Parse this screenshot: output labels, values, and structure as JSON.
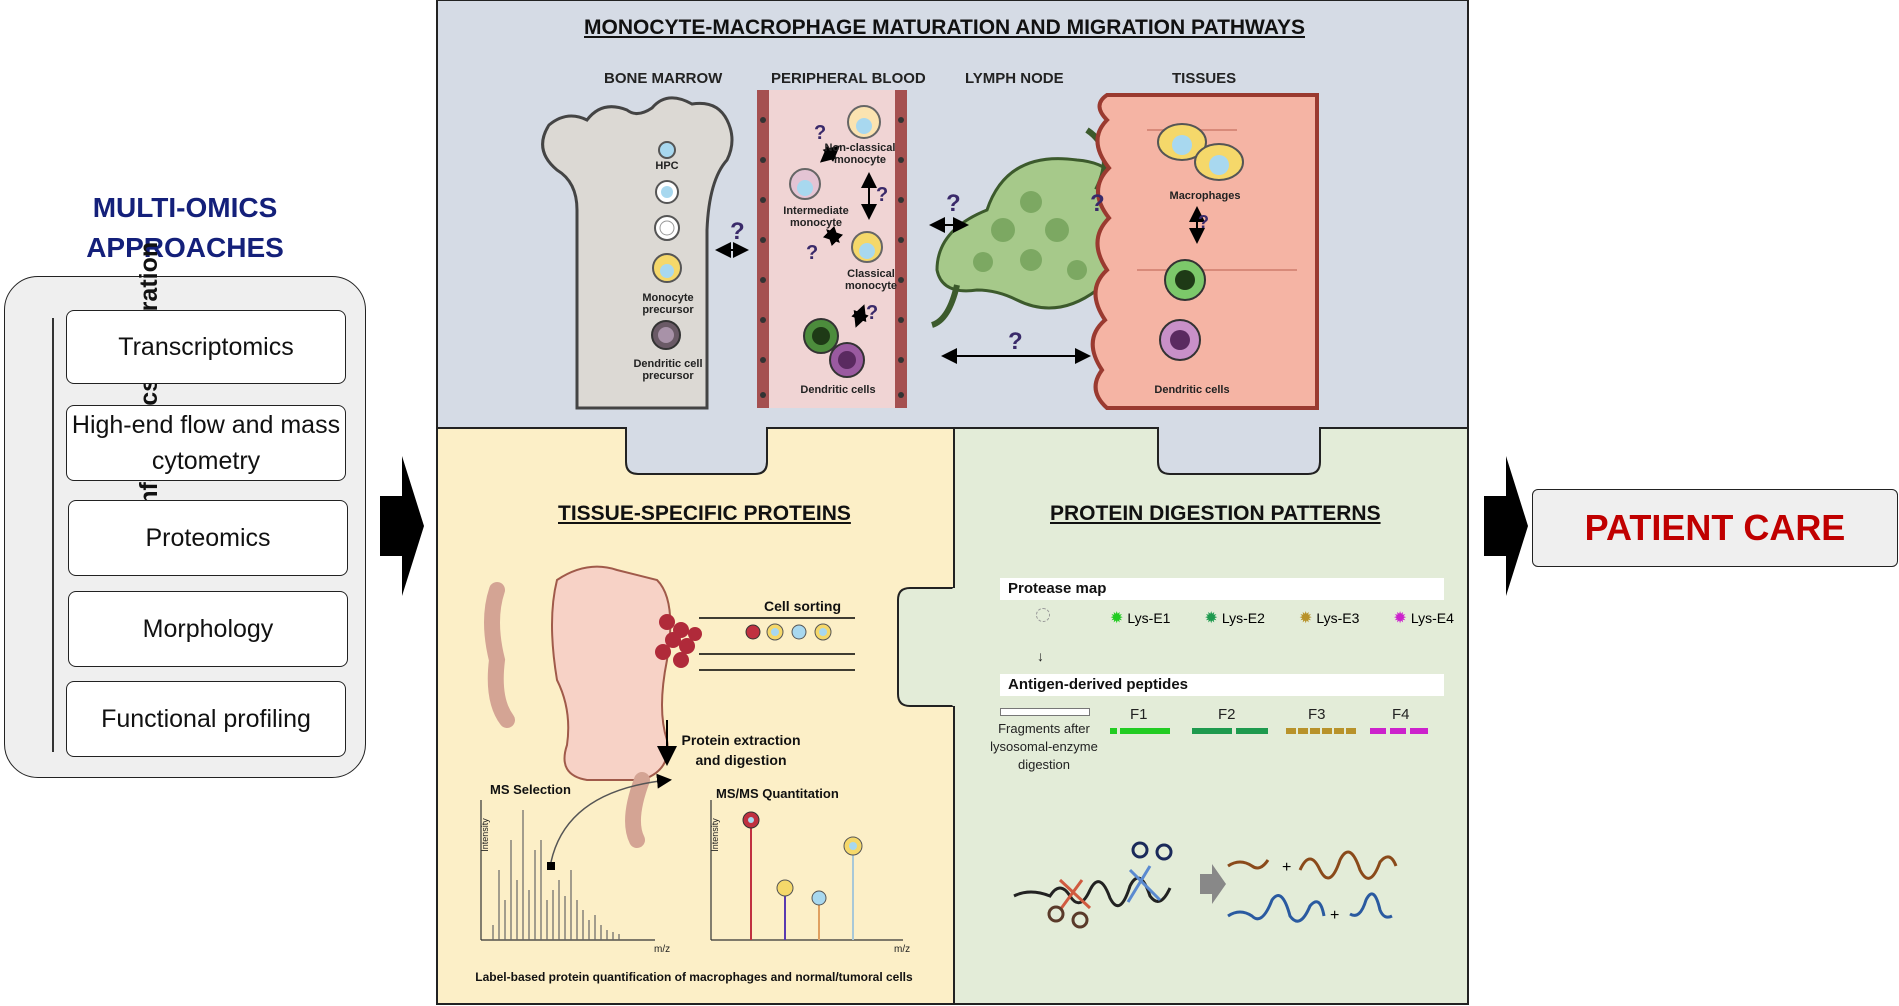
{
  "left": {
    "title": "MULTI-OMICS APPROACHES",
    "vertical_label": "Bioinformatics integration",
    "items": [
      "Transcriptomics",
      "High-end flow and mass cytometry",
      "Proteomics",
      "Morphology",
      "Functional profiling"
    ]
  },
  "right": {
    "patient_care": "PATIENT CARE"
  },
  "top_panel": {
    "title": "MONOCYTE-MACROPHAGE MATURATION AND MIGRATION PATHWAYS",
    "columns": [
      "BONE MARROW",
      "PERIPHERAL BLOOD",
      "LYMPH NODE",
      "TISSUES"
    ],
    "bone_marrow": {
      "hpc": "HPC",
      "monocyte_precursor": "Monocyte precursor",
      "dc_precursor": "Dendritic cell precursor"
    },
    "blood": {
      "nonclassical": "Non-classical monocyte",
      "intermediate": "Intermediate monocyte",
      "classical": "Classical monocyte",
      "dendritic": "Dendritic cells"
    },
    "tissues": {
      "macrophages": "Macrophages",
      "dendritic": "Dendritic cells"
    },
    "question": "?"
  },
  "tissue_panel": {
    "title": "TISSUE-SPECIFIC PROTEINS",
    "cell_sorting": "Cell sorting",
    "extraction": "Protein extraction and digestion",
    "ms_selection": "MS Selection",
    "msms": "MS/MS Quantitation",
    "intensity": "Intensity",
    "mz": "m/z",
    "caption": "Label-based protein quantification of macrophages and normal/tumoral cells"
  },
  "digestion_panel": {
    "title": "PROTEIN DIGESTION PATTERNS",
    "protease_map": "Protease map",
    "enzymes": [
      "Lys-E1",
      "Lys-E2",
      "Lys-E3",
      "Lys-E4"
    ],
    "enzyme_colors": [
      "#22cc22",
      "#1e9a4e",
      "#b8922a",
      "#cc22cc"
    ],
    "antigen_peptides": "Antigen-derived peptides",
    "fragments_label": "Fragments after lysosomal-enzyme digestion",
    "fragments": [
      "F1",
      "F2",
      "F3",
      "F4"
    ],
    "arrow_glyph": "↓"
  }
}
